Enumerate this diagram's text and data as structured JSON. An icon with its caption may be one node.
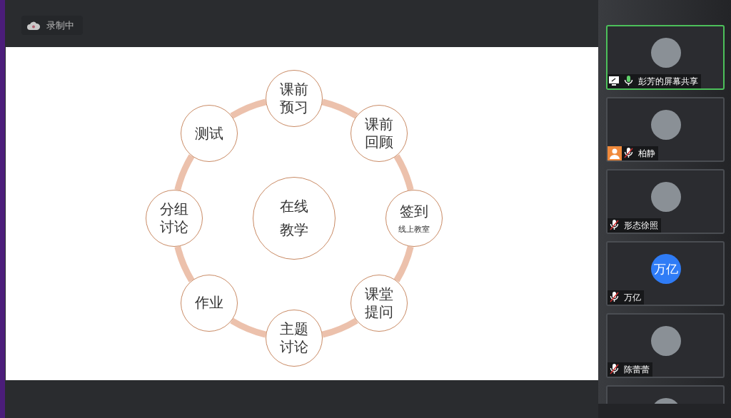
{
  "diagram": {
    "nodes": [
      {
        "text": [
          "在线教学"
        ]
      },
      {
        "text": [
          "课前预习"
        ]
      },
      {
        "text": [
          "课前回顾"
        ]
      },
      {
        "text": [
          "签到",
          "线上教室"
        ]
      },
      {
        "text": [
          "课堂提问"
        ]
      },
      {
        "text": [
          "主题讨论"
        ]
      },
      {
        "text": [
          "作业"
        ]
      },
      {
        "text": [
          "分组讨论"
        ]
      },
      {
        "text": [
          "测试"
        ]
      }
    ],
    "edges": [
      {
        "from": 1,
        "to": 2,
        "arrow": "none"
      },
      {
        "from": 2,
        "to": 3,
        "arrow": "none"
      },
      {
        "from": 3,
        "to": 4,
        "arrow": "none"
      },
      {
        "from": 4,
        "to": 5,
        "arrow": "none"
      },
      {
        "from": 5,
        "to": 6,
        "arrow": "none"
      },
      {
        "from": 6,
        "to": 7,
        "arrow": "none"
      },
      {
        "from": 7,
        "to": 8,
        "arrow": "none"
      },
      {
        "from": 8,
        "to": 1,
        "arrow": "none"
      }
    ],
    "labels": [
      "录制中",
      "彭芳的屏幕共享",
      "柏静",
      "形态徐照",
      "万亿",
      "万亿",
      "陈蕾蕾"
    ]
  }
}
